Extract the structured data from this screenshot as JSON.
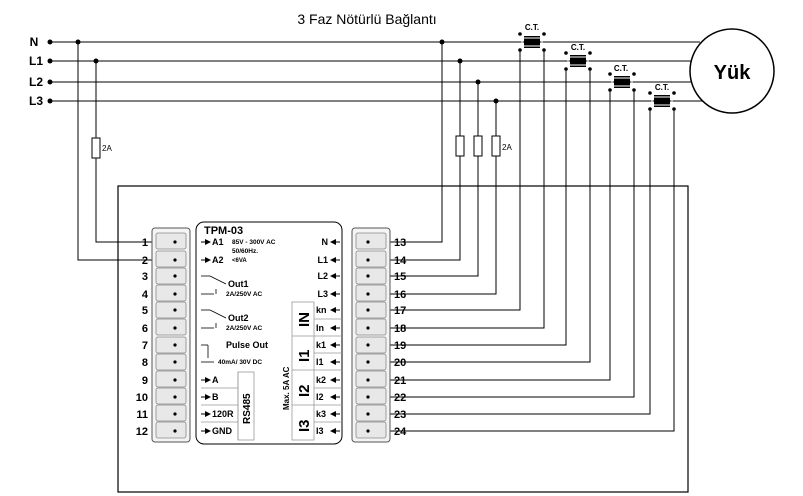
{
  "title": "3 Faz Nötürlü Bağlantı",
  "load_label": "Yük",
  "ct_label": "C.T.",
  "fuse_label": "2A",
  "lines": [
    "N",
    "L1",
    "L2",
    "L3"
  ],
  "device": {
    "model": "TPM-03",
    "supply_text": [
      "85V - 300V AC",
      "50/60Hz.",
      "<6VA"
    ],
    "out_rating": "2A/250V AC",
    "pulse_rating": "40mA/ 30V DC",
    "max_current": "Max. 5A AC",
    "rs485": "RS485",
    "left_labels": [
      "A1",
      "A2",
      "Out1",
      "Out2",
      "Pulse Out",
      "A",
      "B",
      "120R",
      "GND"
    ],
    "right_labels": [
      "N",
      "L1",
      "L2",
      "L3",
      "kn",
      "In",
      "k1",
      "I1",
      "k2",
      "I2",
      "k3",
      "I3"
    ],
    "group_labels": [
      "IN",
      "I1",
      "I2",
      "I3"
    ]
  },
  "left_terminals": [
    "1",
    "2",
    "3",
    "4",
    "5",
    "6",
    "7",
    "8",
    "9",
    "10",
    "11",
    "12"
  ],
  "right_terminals": [
    "13",
    "14",
    "15",
    "16",
    "17",
    "18",
    "19",
    "20",
    "21",
    "22",
    "23",
    "24"
  ]
}
